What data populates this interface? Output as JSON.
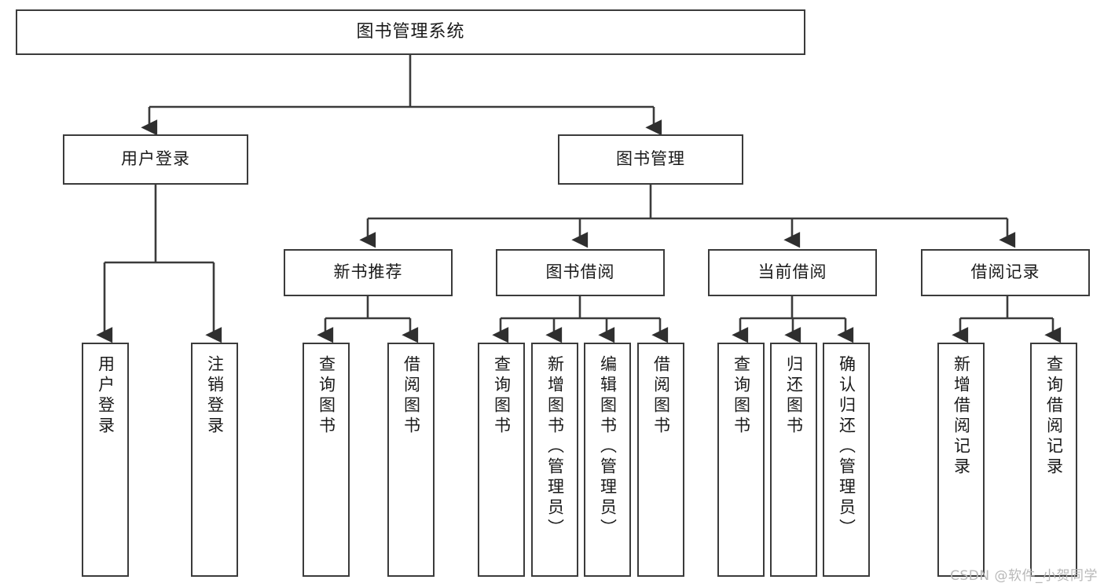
{
  "diagram": {
    "title": "图书管理系统",
    "type": "tree",
    "stroke_color": "#3b3b3b",
    "background_color": "#ffffff",
    "text_color": "#1a1a1a",
    "levels": [
      {
        "level": 1,
        "nodes": [
          {
            "id": "root",
            "label": "图书管理系统",
            "orientation": "horizontal"
          }
        ]
      },
      {
        "level": 2,
        "nodes": [
          {
            "id": "login",
            "label": "用户登录",
            "orientation": "horizontal",
            "parent": "root"
          },
          {
            "id": "bookmgmt",
            "label": "图书管理",
            "orientation": "horizontal",
            "parent": "root"
          }
        ]
      },
      {
        "level": 3,
        "nodes": [
          {
            "id": "newbook",
            "label": "新书推荐",
            "orientation": "horizontal",
            "parent": "bookmgmt"
          },
          {
            "id": "borrow",
            "label": "图书借阅",
            "orientation": "horizontal",
            "parent": "bookmgmt"
          },
          {
            "id": "current",
            "label": "当前借阅",
            "orientation": "horizontal",
            "parent": "bookmgmt"
          },
          {
            "id": "records",
            "label": "借阅记录",
            "orientation": "horizontal",
            "parent": "bookmgmt"
          }
        ]
      },
      {
        "level": 4,
        "nodes": [
          {
            "id": "leaf1",
            "label": "用户登录",
            "orientation": "vertical",
            "parent": "login"
          },
          {
            "id": "leaf2",
            "label": "注销登录",
            "orientation": "vertical",
            "parent": "login"
          },
          {
            "id": "leaf3",
            "label": "查询图书",
            "orientation": "vertical",
            "parent": "newbook"
          },
          {
            "id": "leaf4",
            "label": "借阅图书",
            "orientation": "vertical",
            "parent": "newbook"
          },
          {
            "id": "leaf5",
            "label": "查询图书",
            "orientation": "vertical",
            "parent": "borrow"
          },
          {
            "id": "leaf6",
            "label": "新增图书（管理员）",
            "orientation": "vertical",
            "parent": "borrow"
          },
          {
            "id": "leaf7",
            "label": "编辑图书（管理员）",
            "orientation": "vertical",
            "parent": "borrow"
          },
          {
            "id": "leaf8",
            "label": "借阅图书",
            "orientation": "vertical",
            "parent": "borrow"
          },
          {
            "id": "leaf9",
            "label": "查询图书",
            "orientation": "vertical",
            "parent": "current"
          },
          {
            "id": "leaf10",
            "label": "归还图书",
            "orientation": "vertical",
            "parent": "current"
          },
          {
            "id": "leaf11",
            "label": "确认归还（管理员）",
            "orientation": "vertical",
            "parent": "current"
          },
          {
            "id": "leaf12",
            "label": "新增借阅记录",
            "orientation": "vertical",
            "parent": "records"
          },
          {
            "id": "leaf13",
            "label": "查询借阅记录",
            "orientation": "vertical",
            "parent": "records"
          }
        ]
      }
    ]
  },
  "watermark": {
    "text": "CSDN @软件_小贺同学"
  }
}
